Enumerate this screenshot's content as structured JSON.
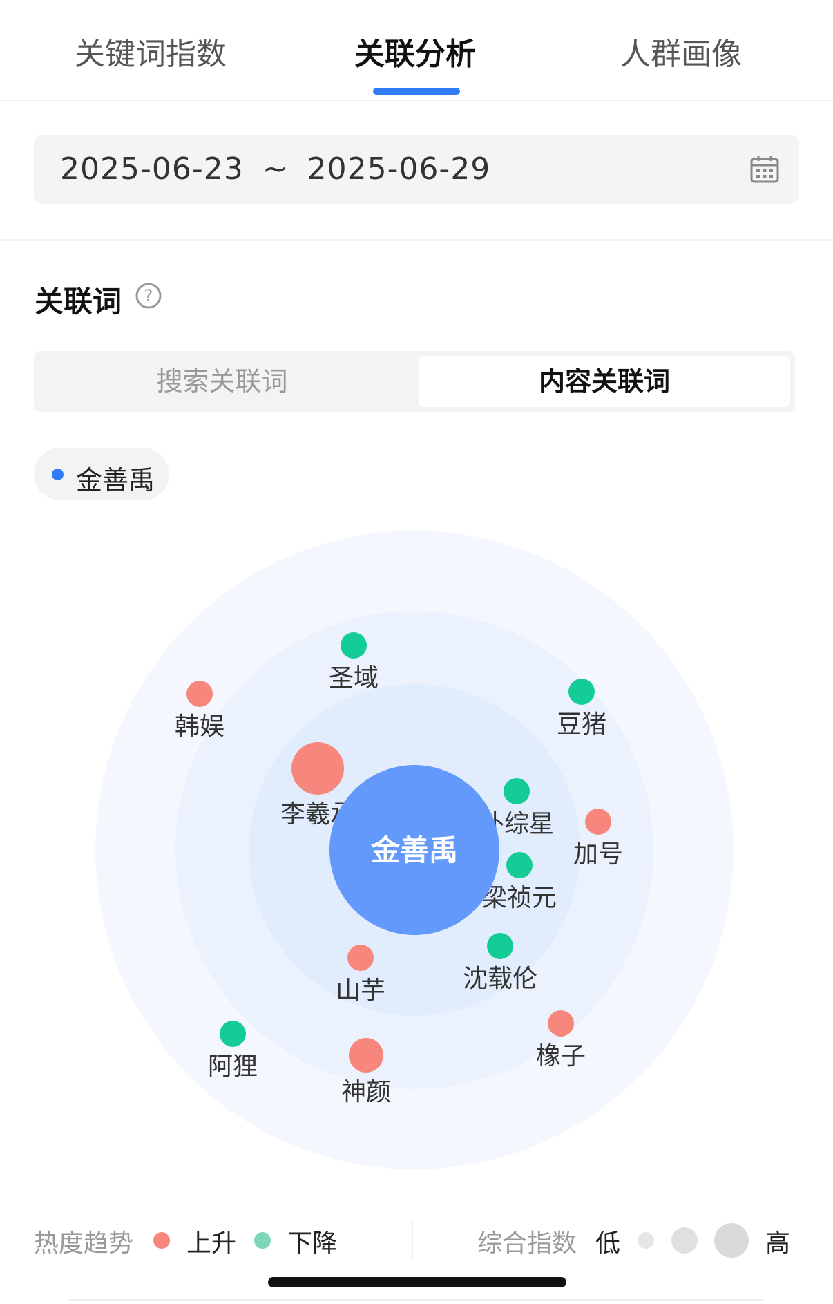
{
  "tabs": [
    {
      "label": "关键词指数",
      "active": false
    },
    {
      "label": "关联分析",
      "active": true
    },
    {
      "label": "人群画像",
      "active": false
    }
  ],
  "date_range": {
    "start": "2025-06-23",
    "separator": "~",
    "end": "2025-06-29",
    "icon": "calendar-icon"
  },
  "section": {
    "title": "关联词",
    "help_icon": "question-circle-icon"
  },
  "segment": {
    "options": [
      "搜索关联词",
      "内容关联词"
    ],
    "selected": "内容关联词"
  },
  "keyword_chip": {
    "label": "金善禹",
    "color": "#2f7cf6"
  },
  "colors": {
    "rise": "#f7867d",
    "fall": "#13cc96",
    "center": "#6399fb",
    "accent": "#2f7cf6"
  },
  "chart_data": {
    "type": "bubble-radial",
    "center": {
      "label": "金善禹"
    },
    "nodes": [
      {
        "label": "圣域",
        "trend": "fall",
        "size": "small"
      },
      {
        "label": "韩娱",
        "trend": "rise",
        "size": "small"
      },
      {
        "label": "豆猪",
        "trend": "fall",
        "size": "small"
      },
      {
        "label": "李羲承",
        "trend": "rise",
        "size": "large"
      },
      {
        "label": "朴综星",
        "trend": "fall",
        "size": "small"
      },
      {
        "label": "加号",
        "trend": "rise",
        "size": "small"
      },
      {
        "label": "梁祯元",
        "trend": "fall",
        "size": "small"
      },
      {
        "label": "山芋",
        "trend": "rise",
        "size": "small"
      },
      {
        "label": "沈载伦",
        "trend": "fall",
        "size": "small"
      },
      {
        "label": "橡子",
        "trend": "rise",
        "size": "small"
      },
      {
        "label": "阿狸",
        "trend": "fall",
        "size": "small"
      },
      {
        "label": "神颜",
        "trend": "rise",
        "size": "medium"
      }
    ]
  },
  "legend": {
    "trend_title": "热度趋势",
    "rise_label": "上升",
    "fall_label": "下降",
    "index_title": "综合指数",
    "low_label": "低",
    "high_label": "高"
  }
}
